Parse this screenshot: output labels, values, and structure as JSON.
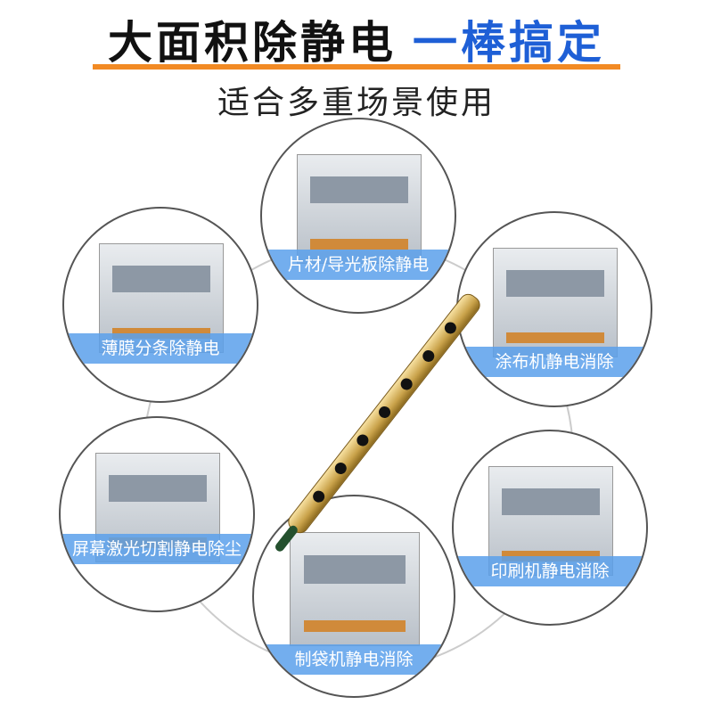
{
  "header": {
    "title_black": "大面积除静电",
    "title_blue": "一棒搞定",
    "subtitle": "适合多重场景使用"
  },
  "scenes": [
    {
      "label": "片材/导光板除静电"
    },
    {
      "label": "薄膜分条除静电"
    },
    {
      "label": "涂布机静电消除"
    },
    {
      "label": "屏幕激光切割静电除尘"
    },
    {
      "label": "印刷机静电消除"
    },
    {
      "label": "制袋机静电消除"
    }
  ],
  "colors": {
    "accent_blue": "#1e5fd6",
    "rule_orange": "#f28a24",
    "label_bg": "#5aa0eb"
  }
}
